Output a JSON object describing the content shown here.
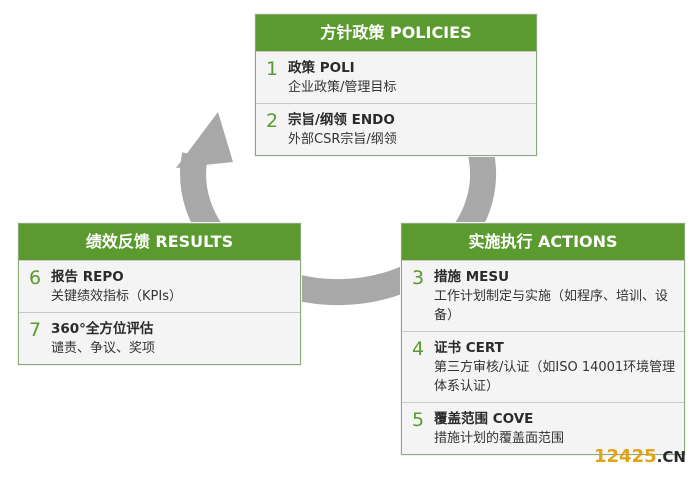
{
  "policies": {
    "header": "方针政策 POLICIES",
    "items": [
      {
        "num": "1",
        "title": "政策 POLI",
        "desc": "企业政策/管理目标"
      },
      {
        "num": "2",
        "title": "宗旨/纲领 ENDO",
        "desc": "外部CSR宗旨/纲领"
      }
    ]
  },
  "results": {
    "header": "绩效反馈 RESULTS",
    "items": [
      {
        "num": "6",
        "title": "报告 REPO",
        "desc": "关键绩效指标（KPIs）"
      },
      {
        "num": "7",
        "title": "360°全方位评估",
        "desc": "谴责、争议、奖项"
      }
    ]
  },
  "actions": {
    "header": "实施执行 ACTIONS",
    "items": [
      {
        "num": "3",
        "title": "措施 MESU",
        "desc": "工作计划制定与实施（如程序、培训、设备）"
      },
      {
        "num": "4",
        "title": "证书 CERT",
        "desc": "第三方审核/认证（如ISO 14001环境管理体系认证）"
      },
      {
        "num": "5",
        "title": "覆盖范围 COVE",
        "desc": "措施计划的覆盖面范围"
      }
    ]
  },
  "watermark": {
    "main": "12425",
    "suffix": ".CN"
  },
  "colors": {
    "header_green": "#5a9a2e",
    "arrow_gray": "#a8a8a8",
    "item_bg": "#f4f4f4"
  }
}
